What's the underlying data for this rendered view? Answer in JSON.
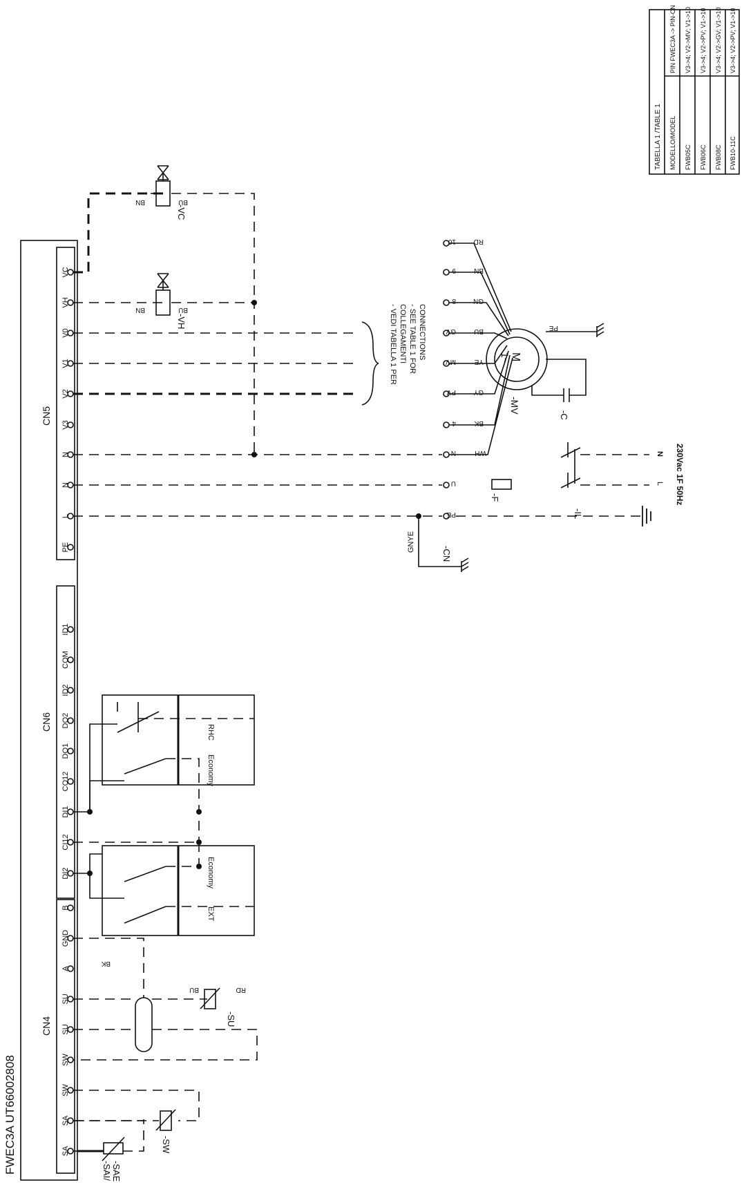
{
  "doc_code": "FWEC3A  UT66002808",
  "connectors": [
    {
      "name": "CN4",
      "pins": [
        "SA",
        "SA",
        "SW",
        "SW",
        "SU",
        "SU",
        "A",
        "GND",
        "B"
      ]
    },
    {
      "name": "CN6",
      "pins": [
        "DI2",
        "CI12",
        "DI1",
        "CO12",
        "DO1",
        "DO2",
        "ID2",
        "COM",
        "ID1"
      ]
    },
    {
      "name": "CN5",
      "pins": [
        "PE",
        "L",
        "N",
        "N",
        "V3",
        "V2",
        "V1",
        "V0",
        "VH",
        "VC"
      ]
    }
  ],
  "components": {
    "sa": "-SAE",
    "sa2": "-SAI/",
    "sw": "-SW",
    "su": "-SU",
    "vh": "-VH",
    "vc": "-VC",
    "mv": "-MV",
    "cap": "-C",
    "fuse": "-F",
    "il": "-IL",
    "cn": "-CN",
    "motor_symbol": "M",
    "motor_sub": "1~"
  },
  "wires": {
    "bk": "BK",
    "bu": "BU",
    "rd": "RD",
    "bn": "BN",
    "gnye": "GNYE"
  },
  "switch_labels": {
    "economy1": "Economy",
    "rhc": "RHC",
    "economy2": "Economy",
    "ext": "EXT"
  },
  "motor_wires": [
    {
      "pin": "PE",
      "color": ""
    },
    {
      "pin": "U",
      "color": ""
    },
    {
      "pin": "N",
      "color": "WH"
    },
    {
      "pin": "4",
      "color": "BK"
    },
    {
      "pin": "PV",
      "color": "GY"
    },
    {
      "pin": "MV",
      "color": "YE"
    },
    {
      "pin": "GV",
      "color": "BU"
    },
    {
      "pin": "8",
      "color": "GN"
    },
    {
      "pin": "9",
      "color": "BN"
    },
    {
      "pin": "10",
      "color": "RD"
    }
  ],
  "motor_pe": "PE",
  "supply": {
    "label": "230Vac 1F 50Hz",
    "l": "L",
    "n": "N"
  },
  "note": [
    "- VEDI TABELLA 1 PER",
    "COLLEGAMENTI",
    "- SEE TABLE 1 FOR",
    "CONNECTIONS"
  ],
  "table": {
    "title": "TABELLA 1 /TABLE 1",
    "headers": [
      "MODELLO/MODEL",
      "PIN FWEC3A -> PIN-CN"
    ],
    "rows": [
      [
        "FWB05C",
        "V3->4; V2->MV; V1->10"
      ],
      [
        "FWB06C",
        "V3->4; V2->PV; V1->10"
      ],
      [
        "FWB08C",
        "V3->4; V2->GV; V1->10"
      ],
      [
        "FWB10-11C",
        "V3->4; V2->PV; V1->10"
      ]
    ]
  }
}
